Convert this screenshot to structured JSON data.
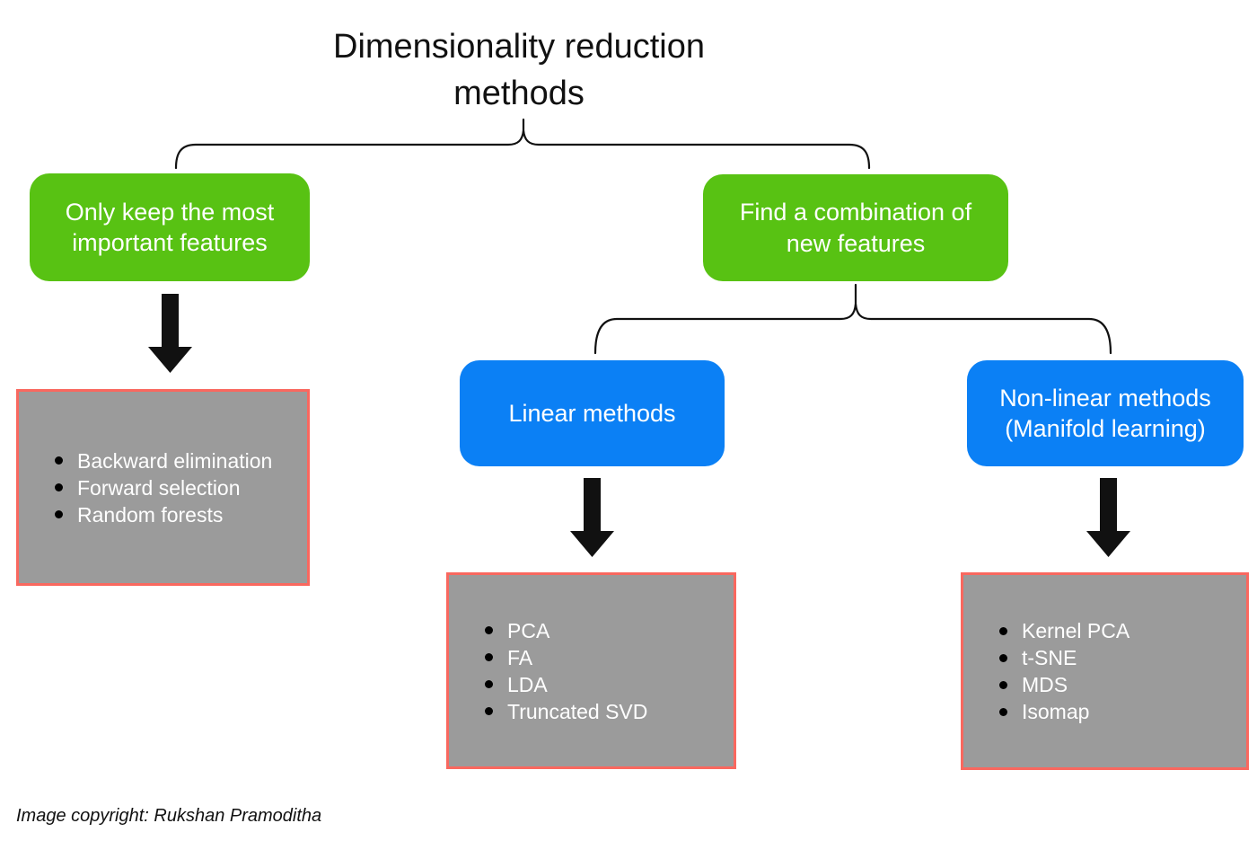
{
  "title": "Dimensionality reduction methods",
  "colors": {
    "green": "#58c213",
    "blue": "#0b80f5",
    "gray": "#9b9b9b",
    "border_red": "#f9685f",
    "ink": "#111111",
    "label": "#ffffff"
  },
  "nodes": {
    "feature_selection": {
      "label": "Only keep the most important features"
    },
    "feature_extraction": {
      "label": "Find a combination of new features"
    },
    "linear": {
      "label": "Linear methods"
    },
    "nonlinear": {
      "label": "Non-linear methods (Manifold learning)"
    },
    "selection_methods": {
      "items": [
        "Backward elimination",
        "Forward selection",
        "Random forests"
      ]
    },
    "linear_methods": {
      "items": [
        "PCA",
        "FA",
        "LDA",
        "Truncated SVD"
      ]
    },
    "nonlinear_methods": {
      "items": [
        "Kernel PCA",
        "t-SNE",
        "MDS",
        "Isomap"
      ]
    }
  },
  "footer": {
    "copyright": "Image copyright: Rukshan Pramoditha"
  }
}
